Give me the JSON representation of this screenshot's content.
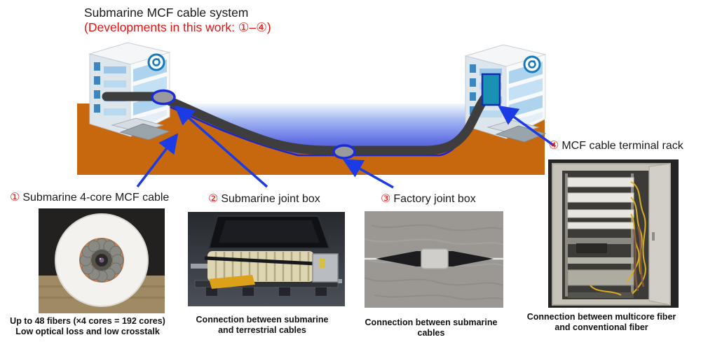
{
  "title": {
    "line1": "Submarine MCF cable system",
    "line2": "(Developments in this work: ①–④)"
  },
  "items": [
    {
      "num": "①",
      "label": "Submarine 4-core MCF cable",
      "caption_lines": [
        "Up to 48 fibers (×4 cores = 192 cores)",
        "Low optical loss and low crosstalk"
      ]
    },
    {
      "num": "②",
      "label": "Submarine joint box",
      "caption_lines": [
        "Connection between submarine",
        "and terrestrial cables"
      ]
    },
    {
      "num": "③",
      "label": "Factory joint box",
      "caption_lines": [
        "Connection between submarine cables"
      ]
    },
    {
      "num": "④",
      "label": "MCF cable terminal rack",
      "caption_lines": [
        "Connection between multicore fiber",
        "and conventional fiber"
      ]
    }
  ],
  "colors": {
    "arrow_blue": "#1b3be4",
    "ground_orange": "#c8680e",
    "cable_gray": "#3e3e3e",
    "joint_gray": "#9a9a9a",
    "joint_outline_blue": "#1c2bd8",
    "rack_teal": "#1991b4",
    "highlight_red": "#e81414",
    "water_deep_blue": "#4853d6"
  }
}
